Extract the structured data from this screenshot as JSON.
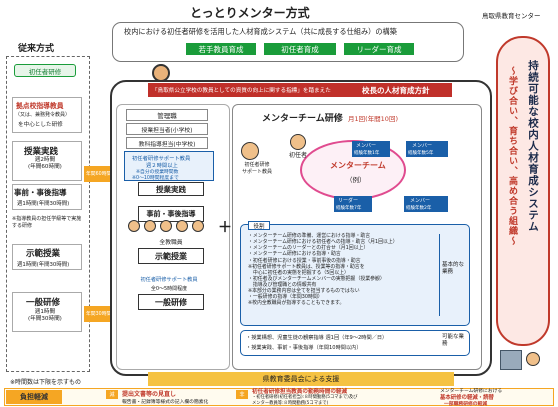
{
  "header": {
    "title": "とっとりメンター方式",
    "org": "鳥取県教育センター"
  },
  "top_box": {
    "text": "校内における初任者研修を活用した人材育成システム（共に成長する仕組み）の構築",
    "tabs": [
      "若手教員育成",
      "初任者育成",
      "リーダー育成"
    ]
  },
  "left": {
    "heading": "従来方式",
    "badge": "初任者研修",
    "hub": {
      "title": "拠点校指導教員",
      "sub1": "（又は、兼務発令教員）",
      "sub2": "を中心とした研修"
    },
    "blocks": [
      {
        "title": "授業実践",
        "sub": "週2時間\n(年間60時間)"
      },
      {
        "title": "事前・事後指導",
        "sub": "週1時間(年間30時間)"
      },
      {
        "title": "示範授業",
        "sub": "週1時間(年間30時間)"
      },
      {
        "title": "一般研修",
        "sub": "週1時間\n(年間30時間)"
      }
    ],
    "between_note": "※指導教員の担任学級等で実施する研修",
    "footnote": "※時間数は下限を示すもの"
  },
  "middle": {
    "policy_text": "「鳥取県公立学校の教員としての資質の向上に関する指標」を踏まえた",
    "policy_strong": "校長の人材育成方針",
    "roles": [
      "管理職",
      "授業担当者(小学校)",
      "教科指導担当(中学校)"
    ],
    "mentor_box": {
      "line1": "初任者研修サポート教員",
      "line2": "週２時間以上",
      "line3": "※自分の授業時間数",
      "line4": "※0〜10時間程度まで"
    },
    "lesson": "授業実践",
    "guidance": "事前・事後指導",
    "all_staff": "全教職員",
    "demo": "示範授業",
    "general_mentor": "初任者研修サポート教員",
    "general_note": "全0〜5時間程度",
    "general": "一般研修",
    "arrow_upper": "年間60時間",
    "arrow_lower": "年間30時間",
    "plus": "＋"
  },
  "mentor_team": {
    "title": "メンターチーム研修",
    "title_note": "月1回(年間10回)",
    "support_label": "初任者研修\nサポート教員",
    "shoninsha": "初任者",
    "center_label": "メンターチーム",
    "center_sub": "（例）",
    "members": [
      {
        "role": "メンバー",
        "note": "経験年数1年"
      },
      {
        "role": "メンバー",
        "note": "経験年数5年"
      },
      {
        "role": "リーダー",
        "note": "経験年数7年"
      },
      {
        "role": "メンバー",
        "note": "経験年数2年"
      }
    ],
    "roles_tag": "役割",
    "roles_items": [
      "・メンターチーム研修の準備、運営における指導・助言",
      "・メンターチーム研修における初任者への指導・助言（月1回以上）",
      "・メンターチームのリーダーとの打合せ（月1回以上）",
      "・メンターチーム研修における指導・助言",
      "・初任者研修における授業・事前事後の指導・助言",
      "※初任者研修サポート教員は、授業等の指導・助言を",
      "  　中心に初任者の実態を把握する（5回以上）",
      "・初任者及びメンターチームメンバーの実態把握（授業参観）",
      "　指導及び管理職との情報共有",
      "※本部分の業務内容は全てを担当するものではない",
      "・一般研修の指導（年間30時間）",
      "※校内全教職員が指導することもできます。"
    ],
    "basic_label": "基本的な業務",
    "bottom_items": [
      "・授業構想、児童生徒の観察指導 週1回（年9〜2時間／日）",
      "・授業実践、事前・事後指導（年間10時間以内）"
    ],
    "optional_label": "可能な業務"
  },
  "right_banner": {
    "main": "持続可能な校内人材育成システム",
    "sub": "〜学び合い、育ち合い、高め合う組織〜"
  },
  "edu_support": "県教育委員会による支援",
  "bottom_bar": {
    "label": "負担軽減",
    "tags": [
      "減",
      "非"
    ],
    "left_line1": "提出文書等の見直し",
    "left_line2": "報告書・記録簿等様式の記入欄の簡素化",
    "mid_line1": "初任者研修担当教員の勤務時間の軽減",
    "mid_line2": "・初任者研修(初任者担当):８時間勤務(5コマまで)及び",
    "mid_line3": "  メンター教員等:８時間勤務(5コマまで)",
    "right_line1": "メンターチーム研修における",
    "right_line2": "基本研修の軽減・読替",
    "right_line3": "一部職務研修の軽減"
  },
  "colors": {
    "green": "#1a7f37",
    "red": "#c0392b",
    "orange": "#f5a623",
    "blue_box": "#e8f1fb"
  }
}
